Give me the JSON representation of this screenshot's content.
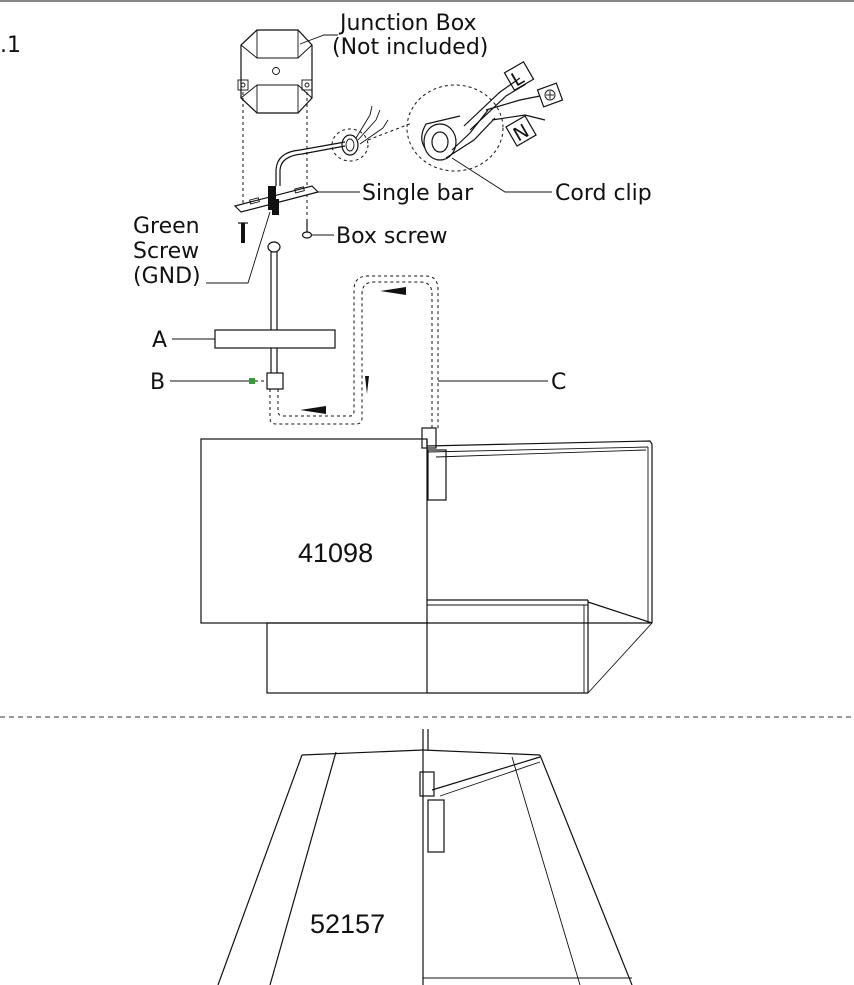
{
  "figure_number": ".1",
  "labels": {
    "junction_box_line1": "Junction Box",
    "junction_box_line2": "(Not included)",
    "single_bar": "Single bar",
    "cord_clip": "Cord clip",
    "box_screw": "Box screw",
    "green_screw_line1": "Green",
    "green_screw_line2": "Screw",
    "green_screw_line3": "(GND)",
    "part_a": "A",
    "part_b": "B",
    "part_c": "C",
    "wire_l": "L",
    "wire_n": "N"
  },
  "models": {
    "top": "41098",
    "bottom": "52157"
  },
  "colors": {
    "ground_marker": "#3a9b3a"
  }
}
